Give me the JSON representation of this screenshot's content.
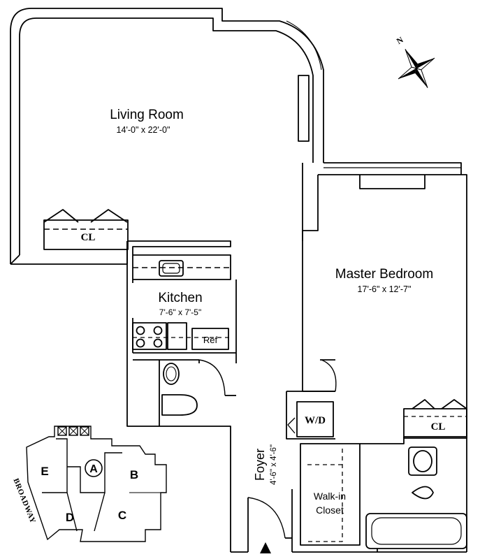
{
  "rooms": {
    "living_room": {
      "name": "Living Room",
      "dims": "14'-0\" x 22'-0\""
    },
    "kitchen": {
      "name": "Kitchen",
      "dims": "7'-6\" x 7'-5\""
    },
    "master_bedroom": {
      "name": "Master Bedroom",
      "dims": "17'-6\" x 12'-7\""
    },
    "foyer": {
      "name": "Foyer",
      "dims": "4'-6\" x 4'-6\""
    },
    "walk_in_closet": {
      "line1": "Walk-in",
      "line2": "Closet"
    }
  },
  "fixtures": {
    "living_closet": "CL",
    "bedroom_closet": "CL",
    "washer_dryer": "W/D",
    "refrigerator": "Ref"
  },
  "compass": {
    "north": "N"
  },
  "key_plan": {
    "street": "BROADWAY",
    "units": [
      "A",
      "B",
      "C",
      "D",
      "E"
    ],
    "highlighted_unit": "A"
  }
}
